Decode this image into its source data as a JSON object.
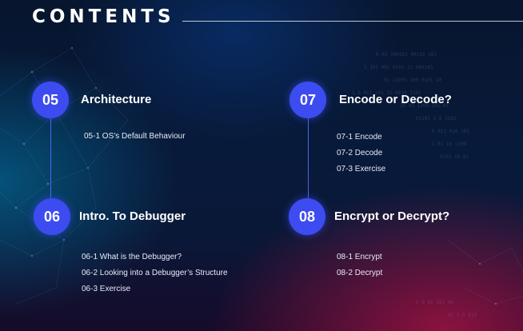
{
  "page": {
    "title": "CONTENTS"
  },
  "sections": [
    {
      "number": "05",
      "heading": "Architecture",
      "items": [
        "05-1 OS’s Default Behaviour"
      ]
    },
    {
      "number": "06",
      "heading": "Intro. To Debugger",
      "items": [
        "06-1 What is the Debugger?",
        "06-2 Looking into a Debugger’s Structure",
        "06-3 Exercise"
      ]
    },
    {
      "number": "07",
      "heading": "Encode or Decode?",
      "items": [
        "07-1 Encode",
        "07-2 Decode",
        "07-3 Exercise"
      ]
    },
    {
      "number": "08",
      "heading": "Encrypt or Decrypt?",
      "items": [
        "08-1 Encrypt",
        "08-2 Decrypt"
      ]
    }
  ],
  "colors": {
    "badge": "#3c4cf0",
    "connector": "#506eff",
    "accent_red": "#b41446",
    "accent_cyan": "#0096c8"
  }
}
